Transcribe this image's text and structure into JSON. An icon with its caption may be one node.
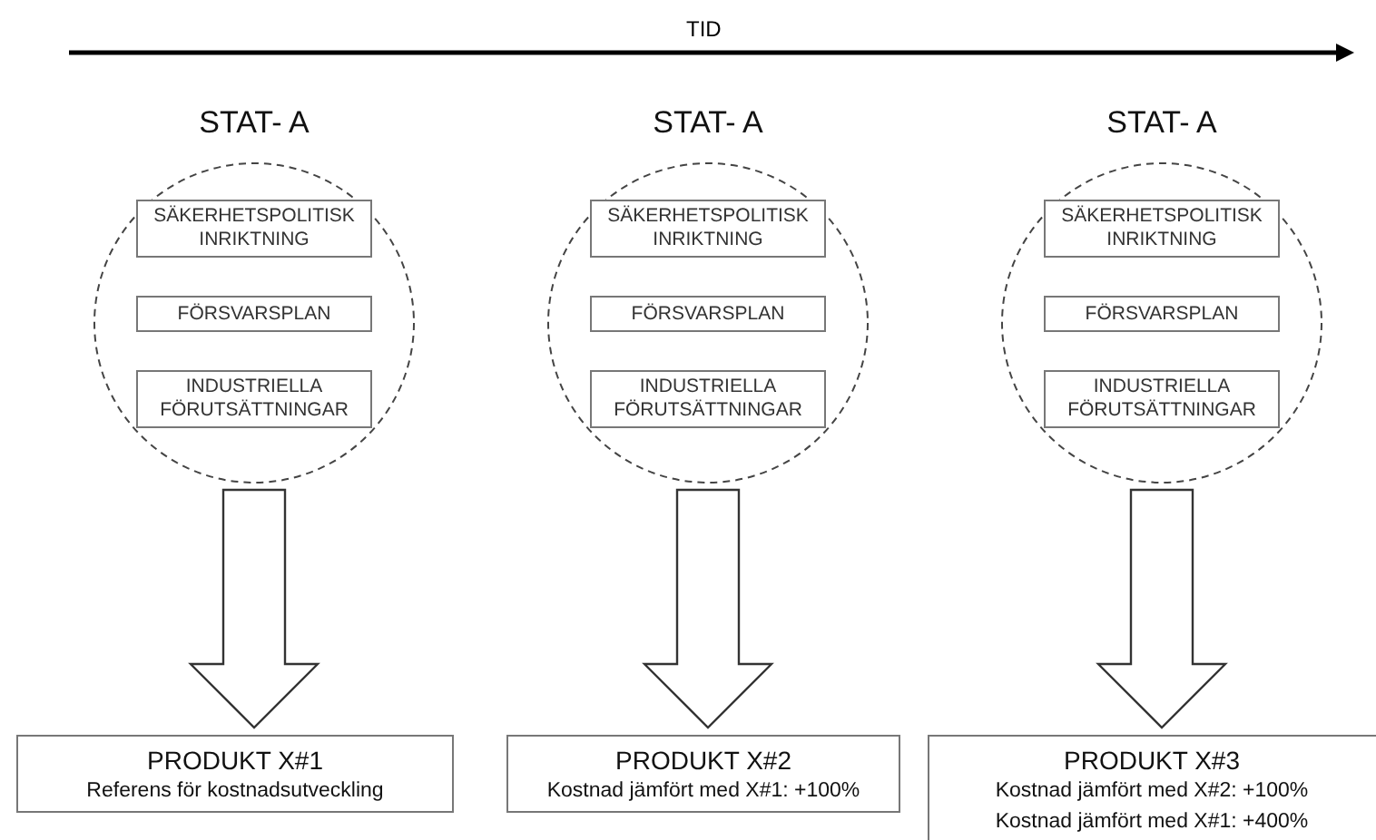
{
  "diagram": {
    "nodes": [
      {
        "text": [
          "STAT- A"
        ]
      },
      {
        "text": [
          "SÄKERHETSPOLITISK INRIKTNING"
        ],
        "in": 0
      },
      {
        "text": [
          "FÖRSVARSPLAN"
        ],
        "in": 0
      },
      {
        "text": [
          "INDUSTRIELLA FÖRUTSÄTTNINGAR"
        ],
        "in": 0
      },
      {
        "text": [
          "STAT- A"
        ]
      },
      {
        "text": [
          "SÄKERHETSPOLITISK INRIKTNING"
        ],
        "in": 4
      },
      {
        "text": [
          "FÖRSVARSPLAN"
        ],
        "in": 4
      },
      {
        "text": [
          "INDUSTRIELLA FÖRUTSÄTTNINGAR"
        ],
        "in": 4
      },
      {
        "text": [
          "STAT- A"
        ]
      },
      {
        "text": [
          "SÄKERHETSPOLITISK INRIKTNING"
        ],
        "in": 8
      },
      {
        "text": [
          "FÖRSVARSPLAN"
        ],
        "in": 8
      },
      {
        "text": [
          "INDUSTRIELLA FÖRUTSÄTTNINGAR"
        ],
        "in": 8
      },
      {
        "text": [
          "PRODUKT X#1",
          "Referens för kostnadsutveckling"
        ]
      },
      {
        "text": [
          "PRODUKT X#2",
          "Kostnad jämfört med X#1: +100%"
        ]
      },
      {
        "text": [
          "PRODUKT X#3",
          "Kostnad jämfört med X#2: +100%",
          "Kostnad jämfört med X#1: +400%"
        ]
      }
    ],
    "edges": [
      {
        "from": 0,
        "to": 12,
        "arrow": "to",
        "style": "thick"
      },
      {
        "from": 4,
        "to": 13,
        "arrow": "to",
        "style": "thick"
      },
      {
        "from": 8,
        "to": 14,
        "arrow": "to",
        "style": "thick"
      }
    ],
    "labels": [
      "TID"
    ]
  }
}
